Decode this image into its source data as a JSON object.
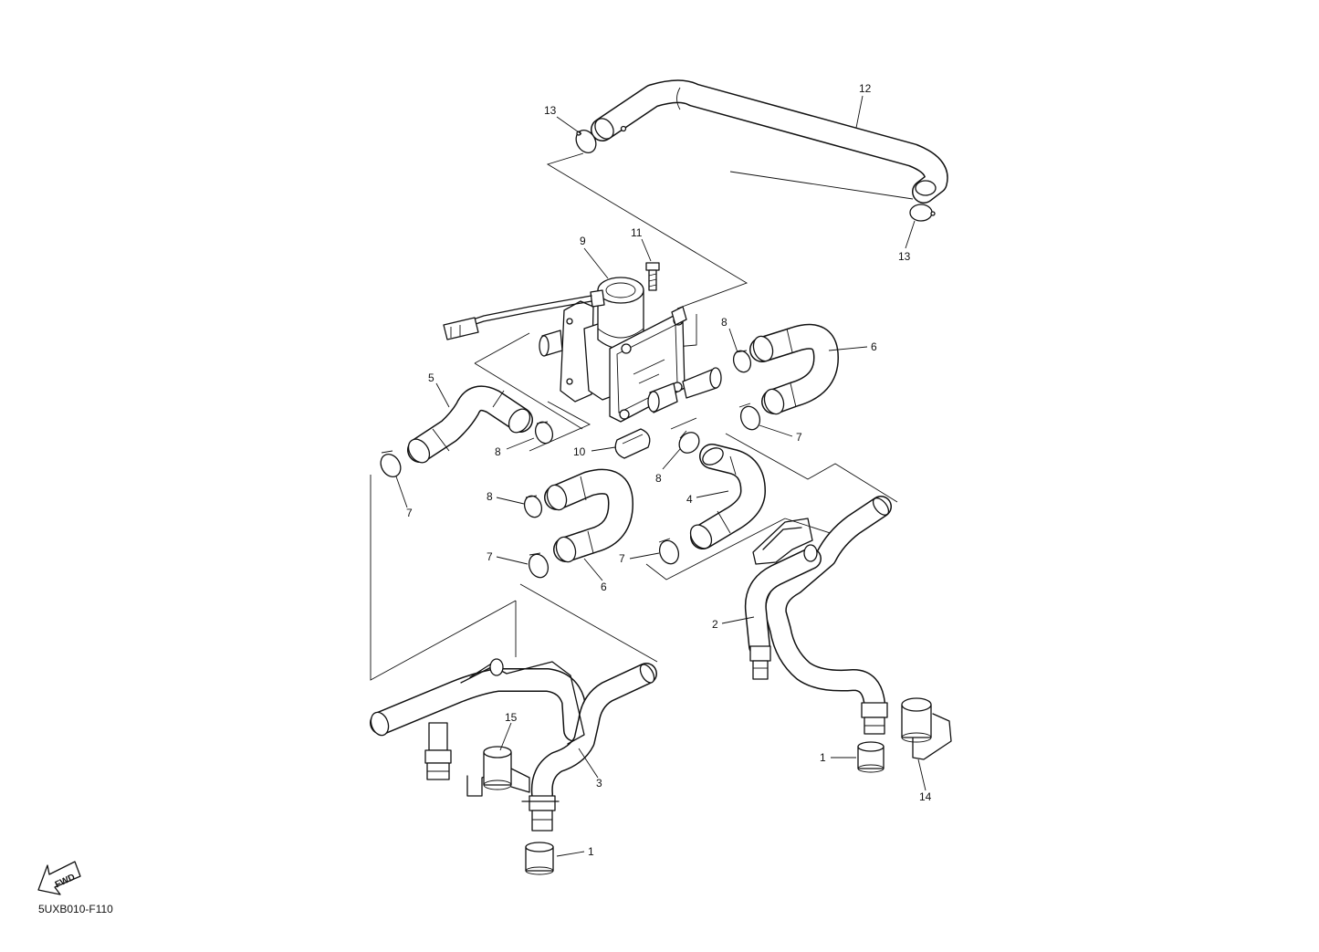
{
  "diagram": {
    "drawing_code": "5UXB010-F110",
    "fwd_label": "FWD",
    "callouts": [
      {
        "id": "c13a",
        "label": "13"
      },
      {
        "id": "c12",
        "label": "12"
      },
      {
        "id": "c13b",
        "label": "13"
      },
      {
        "id": "c9",
        "label": "9"
      },
      {
        "id": "c11",
        "label": "11"
      },
      {
        "id": "c8a",
        "label": "8"
      },
      {
        "id": "c6a",
        "label": "6"
      },
      {
        "id": "c5",
        "label": "5"
      },
      {
        "id": "c8b",
        "label": "8"
      },
      {
        "id": "c10",
        "label": "10"
      },
      {
        "id": "c8c",
        "label": "8"
      },
      {
        "id": "c7a",
        "label": "7"
      },
      {
        "id": "c7b",
        "label": "7"
      },
      {
        "id": "c8d",
        "label": "8"
      },
      {
        "id": "c4",
        "label": "4"
      },
      {
        "id": "c7c",
        "label": "7"
      },
      {
        "id": "c6b",
        "label": "6"
      },
      {
        "id": "c7d",
        "label": "7"
      },
      {
        "id": "c2",
        "label": "2"
      },
      {
        "id": "c15",
        "label": "15"
      },
      {
        "id": "c3",
        "label": "3"
      },
      {
        "id": "c1a",
        "label": "1"
      },
      {
        "id": "c14",
        "label": "14"
      },
      {
        "id": "c1b",
        "label": "1"
      }
    ]
  }
}
